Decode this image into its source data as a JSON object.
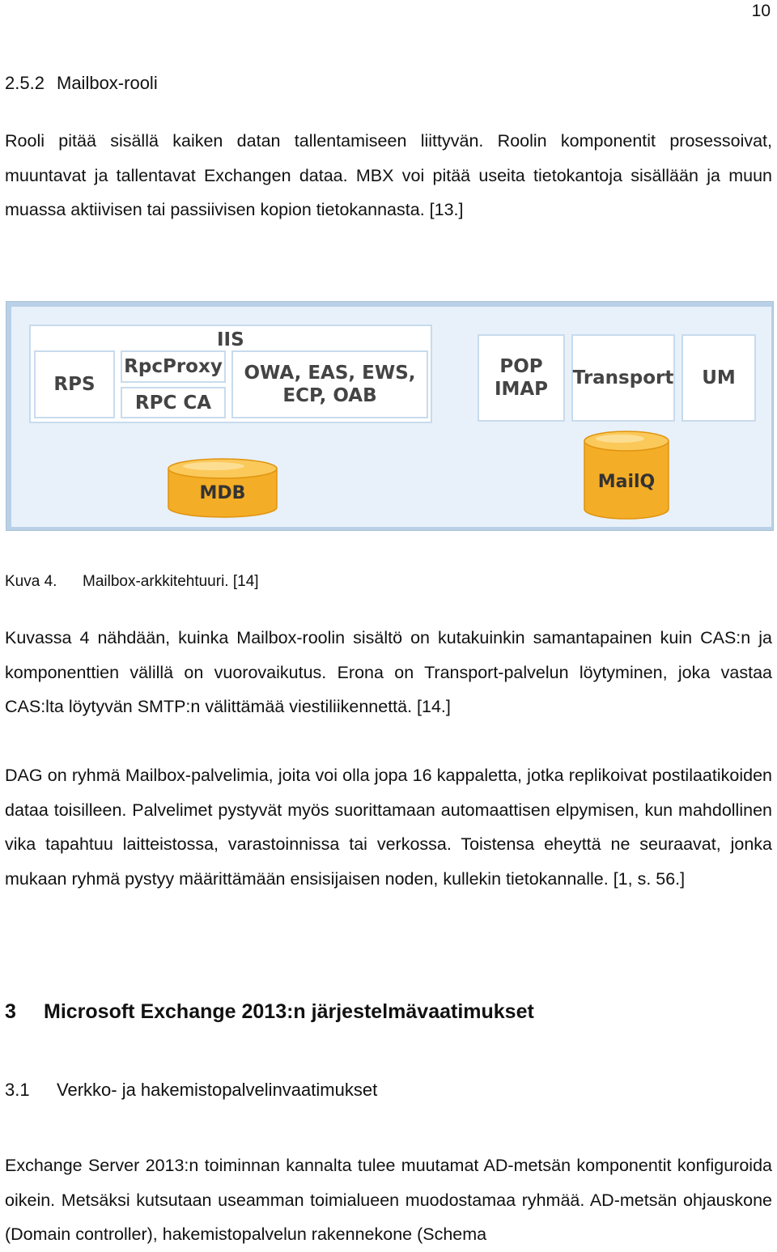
{
  "page_number": "10",
  "section_252": {
    "number": "2.5.2",
    "title": "Mailbox-rooli"
  },
  "para1": "Rooli pitää sisällä kaiken datan tallentamiseen liittyvän. Roolin komponentit prosessoivat, muuntavat ja tallentavat Exchangen dataa. MBX voi pitää useita tietokantoja sisällään ja muun muassa aktiivisen tai passiivisen kopion tietokannasta. [13.]",
  "diagram": {
    "iis": "IIS",
    "rps": "RPS",
    "rpcproxy": "RpcProxy",
    "rpcca": "RPC CA",
    "owa_line1": "OWA, EAS, EWS,",
    "owa_line2": "ECP, OAB",
    "pop": "POP",
    "imap": "IMAP",
    "transport": "Transport",
    "um": "UM",
    "mdb": "MDB",
    "mailq": "MailQ",
    "colors": {
      "outer": "#b9d0e6",
      "inner": "#e8f1fa",
      "db": "#f7b531"
    }
  },
  "caption": {
    "label": "Kuva 4.",
    "text": "Mailbox-arkkitehtuuri. [14]"
  },
  "para2": "Kuvassa 4 nähdään, kuinka Mailbox-roolin sisältö on kutakuinkin samantapainen kuin CAS:n ja komponenttien välillä on vuorovaikutus. Erona on Transport-palvelun löytyminen, joka vastaa CAS:lta löytyvän SMTP:n välittämää viestiliikennettä. [14.]",
  "para3": "DAG on ryhmä Mailbox-palvelimia, joita voi olla jopa 16 kappaletta, jotka replikoivat postilaatikoiden dataa toisilleen. Palvelimet pystyvät myös suorittamaan automaattisen elpymisen, kun mahdollinen vika tapahtuu laitteistossa, varastoinnissa tai verkossa. Toistensa eheyttä ne seuraavat, jonka mukaan ryhmä pystyy määrittämään ensisijaisen noden, kullekin tietokannalle. [1, s. 56.]",
  "section_3": {
    "number": "3",
    "title": "Microsoft Exchange 2013:n järjestelmävaatimukset"
  },
  "section_31": {
    "number": "3.1",
    "title": "Verkko- ja hakemistopalvelinvaatimukset"
  },
  "para4": "Exchange Server 2013:n toiminnan kannalta tulee muutamat AD-metsän komponentit konfiguroida oikein. Metsäksi kutsutaan useamman toimialueen muodostamaa ryhmää. AD-metsän ohjauskone (Domain controller), hakemistopalvelun rakennekone (Schema"
}
